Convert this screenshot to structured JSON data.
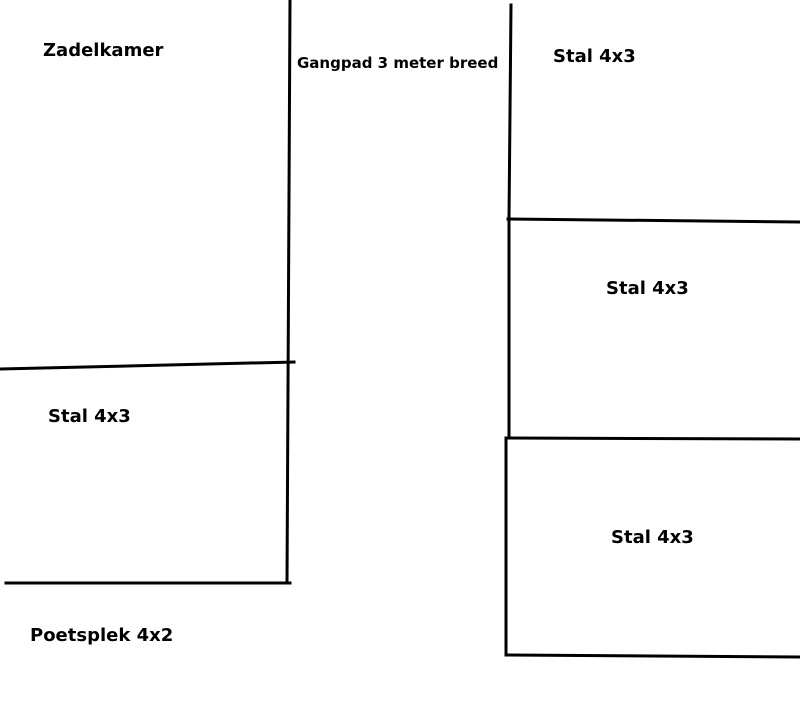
{
  "plan": {
    "rooms": {
      "zadelkamer": "Zadelkamer",
      "gangpad": "Gangpad 3 meter breed",
      "stal_left": "Stal 4x3",
      "poetsplek": "Poetsplek 4x2",
      "stal_right_1": "Stal 4x3",
      "stal_right_2": "Stal 4x3",
      "stal_right_3": "Stal 4x3"
    },
    "line_color": "#000000",
    "background_color": "#ffffff"
  }
}
